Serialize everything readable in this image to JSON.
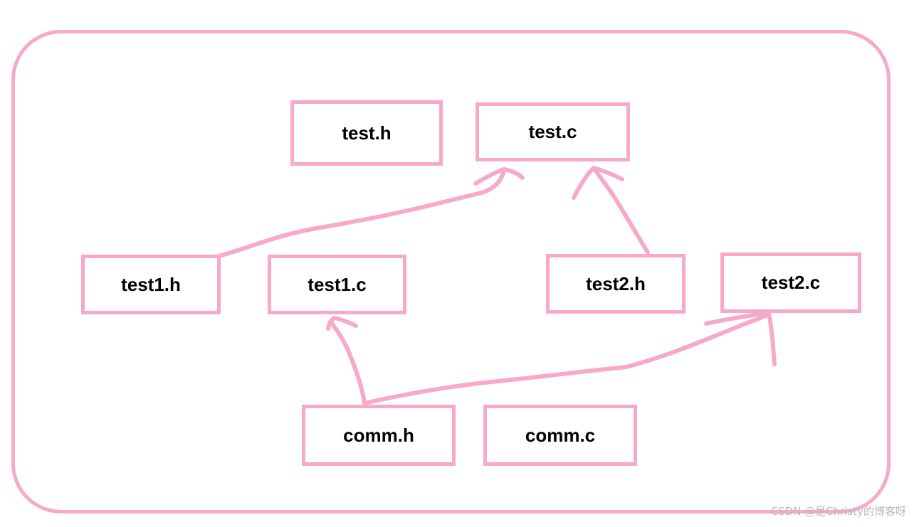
{
  "nodes": {
    "test_h": "test.h",
    "test_c": "test.c",
    "test1_h": "test1.h",
    "test1_c": "test1.c",
    "test2_h": "test2.h",
    "test2_c": "test2.c",
    "comm_h": "comm.h",
    "comm_c": "comm.c"
  },
  "edges": [
    {
      "from": "test1.h",
      "to": "test.c"
    },
    {
      "from": "test2.h",
      "to": "test.c"
    },
    {
      "from": "comm.h",
      "to": "test1.c"
    },
    {
      "from": "comm.h",
      "to": "test2.c"
    }
  ],
  "watermark": "CSDN @是Christy的博客呀",
  "colors": {
    "stroke": "#f7a9c9",
    "text": "#000000",
    "background": "#ffffff"
  }
}
